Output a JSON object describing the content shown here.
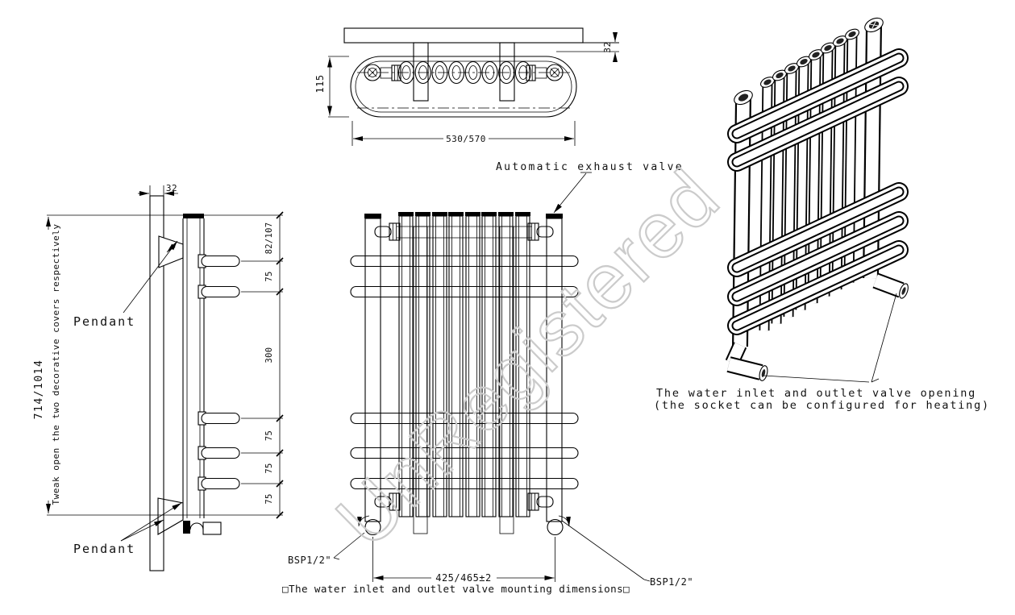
{
  "watermark": {
    "text": "UnRegistered"
  },
  "top_view": {
    "dim_depth": "115",
    "dim_wall_gap": "32",
    "dim_width": "530/570"
  },
  "side_view": {
    "dim_wall_thickness": "32",
    "dim_total_height": "714/1014",
    "note": "Tweak open the two decorative covers respectively",
    "label_pendant_top": "Pendant",
    "label_pendant_bottom": "Pendant",
    "dim_chain": [
      "82/107",
      "75",
      "300",
      "75",
      "75",
      "75"
    ]
  },
  "front_view": {
    "label_exhaust": "Automatic exhaust valve",
    "label_bsp_left": "BSP1/2\"",
    "label_bsp_right": "BSP1/2\"",
    "dim_valve_spacing": "425/465±2",
    "caption": "□The water inlet and outlet valve mounting dimensions□"
  },
  "iso_view": {
    "caption_line1": "The water inlet and outlet valve opening",
    "caption_line2": "(the socket can be configured for heating)"
  },
  "colors": {
    "line": "#000000",
    "watermark": "#cbcbcb",
    "background": "#ffffff"
  }
}
